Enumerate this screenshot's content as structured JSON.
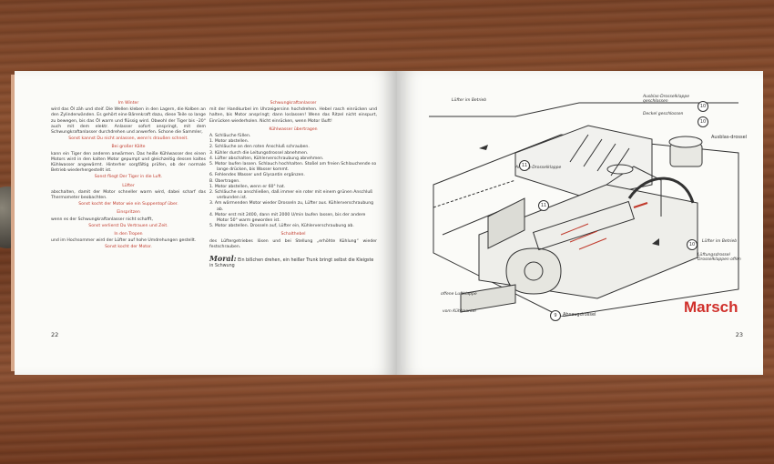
{
  "left_page": {
    "number": "22",
    "column1": {
      "sections": [
        {
          "heading": "Im Winter",
          "text": "wird das Öl zäh und steif. Die Wellen kleben in den Lagern, die Kolben an den Zylinderwänden. Es gehört eine Bärenkraft dazu, diese Teile so lange zu bewegen, bis das Öl warm und flüssig wird. Obwohl der Tiger bis –20° auch mit dem elektr. Anlasser sofort anspringt, mit dem Schwungkraftanlasser durchdrehen und anwerfen. Schone die Sammler,",
          "red": "Sonst kannst Du nicht anlassen, wenn's draußen schneit."
        },
        {
          "heading": "Bei großer Kälte",
          "text": "kann ein Tiger den anderen anwärmen. Das heiße Kühlwasser des einen Motors wird in den kalten Motor gepumpt und gleichzeitig dessen kaltes Kühlwasser angewärmt. Hinterher sorgfältig prüfen, ob der normale Betrieb wiederhergestellt ist.",
          "red": "Sonst fliegt Der Tiger in die Luft."
        },
        {
          "heading": "Lüfter",
          "text": "abschalten, damit der Motor schneller warm wird, dabei scharf das Thermometer beobachten.",
          "red": "Sonst kocht der Motor wie ein Suppentopf über."
        },
        {
          "heading": "Einspritzen",
          "text": "wenn es der Schwungkraftanlasser nicht schafft,",
          "red": "Sonst verlierst Du Vertrauen und Zeit."
        },
        {
          "heading": "In den Tropen",
          "text": "und im Hochsommer wird der Lüfter auf hohe Umdrehungen gestellt.",
          "red": "Sonst kocht der Motor."
        }
      ]
    },
    "column2": {
      "heading1": "Schwungkraftanlasser",
      "text1": "mit der Handkurbel im Uhrzeigersinn hochdrehen. Hebel rasch einrücken und halten, bis Motor anspringt; dann loslassen! Wenn das Ritzel nicht einspurt, Einrücken wiederholen. Nicht einrücken, wenn Motor läuft!",
      "heading2": "Kühlwasser übertragen",
      "list": [
        "A. Schläuche füllen.",
        "1. Motor abstellen.",
        "2. Schläuche an den roten Anschluß schrauben.",
        "3. Kühler durch die Leitungsdrossel abnehmen.",
        "4. Lüfter abschalten, Kühlerverschraubung abnehmen.",
        "5. Motor laufen lassen. Schlauch hochhalten. Stoßel am freien Schlauchende so lange drücken, bis Wasser kommt.",
        "6. Fehlendes Wasser und Glysantin ergänzen.",
        "B. Übertragen.",
        "1. Motor abstellen, wenn er 60° hat.",
        "2. Schläuche so anschließen, daß immer ein roter mit einem grünen Anschluß verbunden ist.",
        "3. Am wärmenden Motor wieder Drosseln zu, Lüfter aus. Kühlerverschraubung ab.",
        "4. Motor erst mit 2400, dann mit 2000 U/min laufen lassen, bis der andere Motor 50° warm geworden ist.",
        "5. Motor abstellen. Drosseln auf, Lüfter ein, Kühlerverschraubung ab."
      ],
      "heading3": "Schalthebel",
      "text3": "des Lüftergetriebes lösen und bei Stellung „erhöhte Kühlung“ wieder festschrauben.",
      "moral_label": "Moral:",
      "moral_text": "Ein bißchen drehen, ein heißer Trunk bringt selbst die Kleigste in Schwung"
    }
  },
  "right_page": {
    "number": "23",
    "title": "Marsch",
    "labels": {
      "top": "Lüfter im Betrieb",
      "ausblas_drossel": "Ausblas-Drosselklappe geschlossen",
      "deckel": "Deckel geschlossen",
      "ausblasdrossel": "Ausblas-drossel",
      "ansaug_tl": "Ansaug-Drosselklappe",
      "luefter_betrieb": "Lüfter im Betrieb",
      "luefterdrossel": "Lüftungsdrossel Drosselklappen offen",
      "luftklappe": "offene Luftklappe",
      "kuehlmantel": "vom Kühlmantel",
      "absaug": "Absaugdrossel"
    },
    "numbers": [
      "10",
      "10",
      "11",
      "11",
      "10",
      "9"
    ]
  },
  "colors": {
    "accent_red": "#c0392b",
    "paper": "#fbfbf8",
    "wood": "#7a4327"
  }
}
